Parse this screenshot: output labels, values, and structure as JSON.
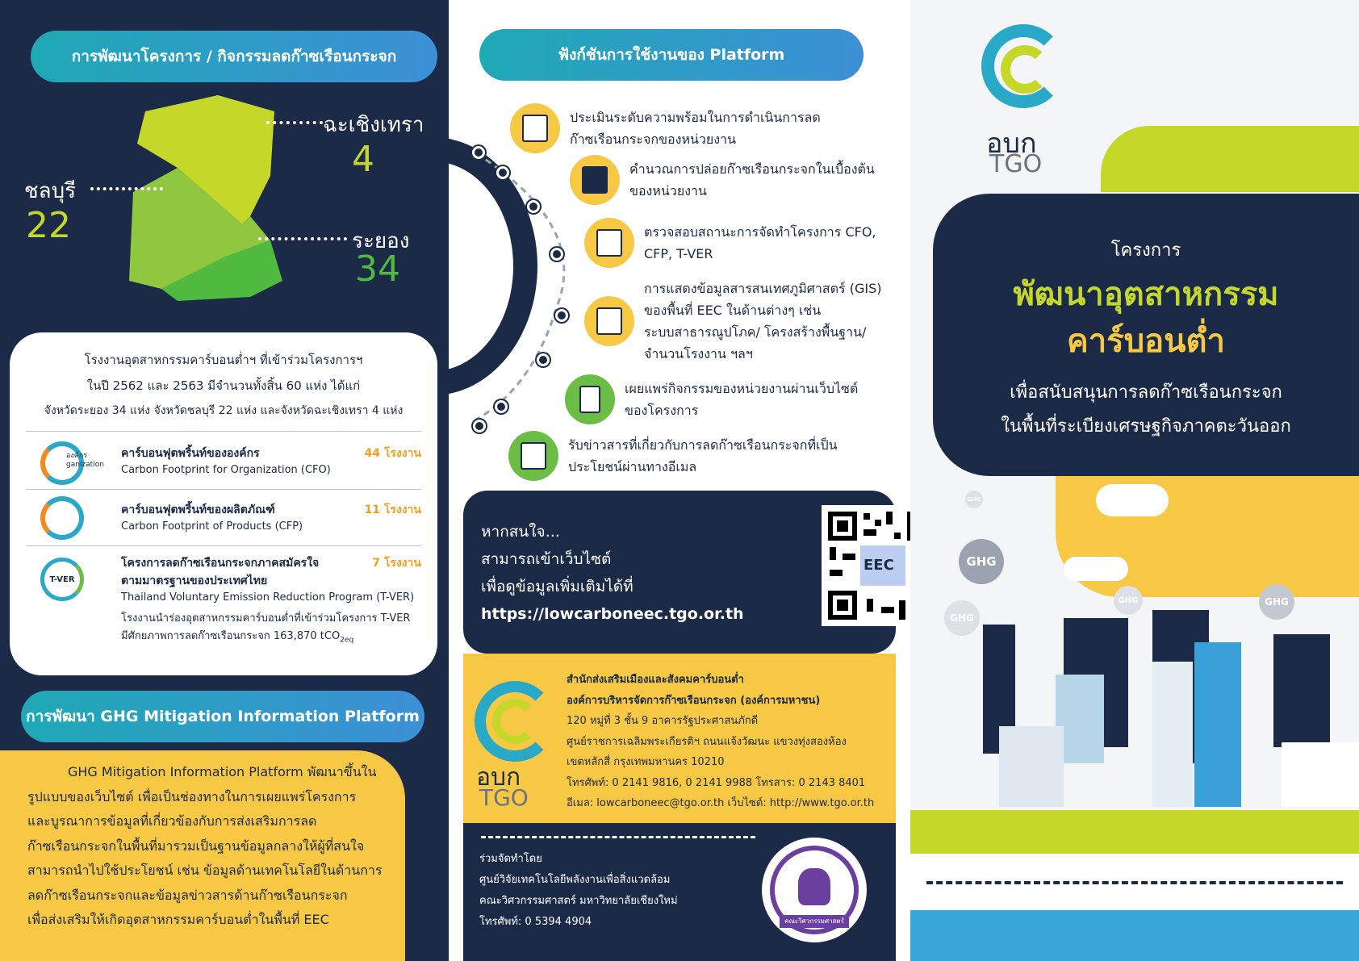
{
  "panel1": {
    "header": "การพัฒนาโครงการ / กิจกรรมลดก๊าซเรือนกระจก",
    "map": {
      "chachoengsao": {
        "name": "ฉะเชิงเทรา",
        "count": "4"
      },
      "chonburi": {
        "name": "ชลบุรี",
        "count": "22"
      },
      "rayong": {
        "name": "ระยอง",
        "count": "34"
      }
    },
    "card": {
      "line1": "โรงงานอุตสาหกรรมคาร์บอนต่ำฯ ที่เข้าร่วมโครงการฯ",
      "line2": "ในปี 2562 และ 2563 มีจำนวนทั้งสิ้น 60 แห่ง ได้แก่",
      "line3": "จังหวัดระยอง 34 แห่ง จังหวัดชลบุรี 22 แห่ง และจังหวัดฉะเชิงเทรา 4 แห่ง",
      "rows": [
        {
          "logo_text": "องค์กร ganization",
          "th": "คาร์บอนฟุตพริ้นท์ขององค์กร",
          "en": "Carbon Footprint for Organization (CFO)",
          "count": "44 โรงงาน"
        },
        {
          "logo_text": "",
          "th": "คาร์บอนฟุตพริ้นท์ของผลิตภัณฑ์",
          "en": "Carbon Footprint of Products (CFP)",
          "count": "11 โรงงาน"
        },
        {
          "logo_text": "T-VER",
          "th": "โครงการลดก๊าซเรือนกระจกภาคสมัครใจ",
          "th2": "ตามมาตรฐานของประเทศไทย",
          "en": "Thailand Voluntary Emission Reduction Program (T-VER)",
          "note1": "โรงงานนำร่องอุตสาหกรรมคาร์บอนต่ำที่เข้าร่วมโครงการ T-VER",
          "note2": "มีศักยภาพการลดก๊าซเรือนกระจก 163,870 tCO",
          "note2_sub": "2eq",
          "count": "7 โรงงาน"
        }
      ]
    },
    "header2": "การพัฒนา GHG Mitigation Information Platform",
    "paragraph": [
      "GHG Mitigation Information Platform พัฒนาขึ้นใน",
      "รูปแบบของเว็บไซต์ เพื่อเป็นช่องทางในการเผยแพร่โครงการ",
      "และบูรณาการข้อมูลที่เกี่ยวข้องกับการส่งเสริมการลด",
      "ก๊าซเรือนกระจกในพื้นที่มารวมเป็นฐานข้อมูลกลางให้ผู้ที่สนใจ",
      "สามารถนำไปใช้ประโยชน์ เช่น ข้อมูลด้านเทคโนโลยีในด้านการ",
      "ลดก๊าซเรือนกระจกและข้อมูลข่าวสารด้านก๊าซเรือนกระจก",
      "เพื่อส่งเสริมให้เกิดอุตสาหกรรมคาร์บอนต่ำในพื้นที่ EEC"
    ]
  },
  "panel2": {
    "header": "ฟังก์ชันการใช้งานของ Platform",
    "functions": [
      {
        "l1": "ประเมินระดับความพร้อมในการดำเนินการลด",
        "l2": "ก๊าซเรือนกระจกของหน่วยงาน"
      },
      {
        "l1": "คำนวณการปล่อยก๊าซเรือนกระจกในเบื้องต้น",
        "l2": "ของหน่วยงาน"
      },
      {
        "l1": "ตรวจสอบสถานะการจัดทำโครงการ CFO,",
        "l2": "CFP, T-VER"
      },
      {
        "l1": "การแสดงข้อมูลสารสนเทศภูมิศาสตร์ (GIS)",
        "l2": "ของพื้นที่ EEC ในด้านต่างๆ เช่น",
        "l3": "ระบบสาธารณูปโภค/ โครงสร้างพื้นฐาน/",
        "l4": "จำนวนโรงงาน ฯลฯ"
      },
      {
        "l1": "เผยแพร่กิจกรรมของหน่วยงานผ่านเว็บไซต์",
        "l2": "ของโครงการ"
      },
      {
        "l1": "รับข่าวสารที่เกี่ยวกับการลดก๊าซเรือนกระจกที่เป็น",
        "l2": "ประโยชน์ผ่านทางอีเมล"
      }
    ],
    "contact": {
      "l1": "หากสนใจ...",
      "l2": "สามารถเข้าเว็บไซต์",
      "l3": "เพื่อดูข้อมูลเพิ่มเติมได้ที่",
      "url": "https://lowcarboneec.tgo.or.th",
      "qr_label": "EEC"
    },
    "address": {
      "org1": "สำนักส่งเสริมเมืองและสังคมคาร์บอนต่ำ",
      "org2": "องค์การบริหารจัดการก๊าซเรือนกระจก (องค์การมหาชน)",
      "a1": "120 หมู่ที่ 3 ชั้น 9 อาคารรัฐประศาสนภักดี",
      "a2": "ศูนย์ราชการเฉลิมพระเกียรติฯ ถนนแจ้งวัฒนะ แขวงทุ่งสองห้อง",
      "a3": "เขตหลักสี่ กรุงเทพมหานคร 10210",
      "a4": "โทรศัพท์: 0 2141 9816, 0 2141 9988 โทรสาร: 0 2143 8401",
      "a5": "อีเมล: lowcarboneec@tgo.or.th เว็บไซต์: http://www.tgo.or.th"
    },
    "cohost": {
      "l1": "ร่วมจัดทำโดย",
      "l2": "ศูนย์วิจัยเทคโนโลยีพลังงานเพื่อสิ่งแวดล้อม",
      "l3": "คณะวิศวกรรมศาสตร์ มหาวิทยาลัยเชียงใหม่",
      "l4": "โทรศัพท์: 0 5394 4904",
      "seal_text": "คณะวิศวกรรมศาสตร์"
    },
    "logo": {
      "th": "อบก",
      "en": "TGO"
    }
  },
  "panel3": {
    "logo": {
      "th": "อบก",
      "en": "TGO"
    },
    "kicker": "โครงการ",
    "title1": "พัฒนาอุตสาหกรรม",
    "title2": "คาร์บอนต่ำ",
    "sub1": "เพื่อสนับสนุนการลดก๊าซเรือนกระจก",
    "sub2": "ในพื้นที่ระเบียงเศรษฐกิจภาคตะวันออก",
    "ghg": "GHG"
  },
  "colors": {
    "navy": "#1b2a47",
    "yellow": "#f7c843",
    "lime": "#c5d82a",
    "blue": "#3d8fd6",
    "green": "#6cbd45"
  }
}
